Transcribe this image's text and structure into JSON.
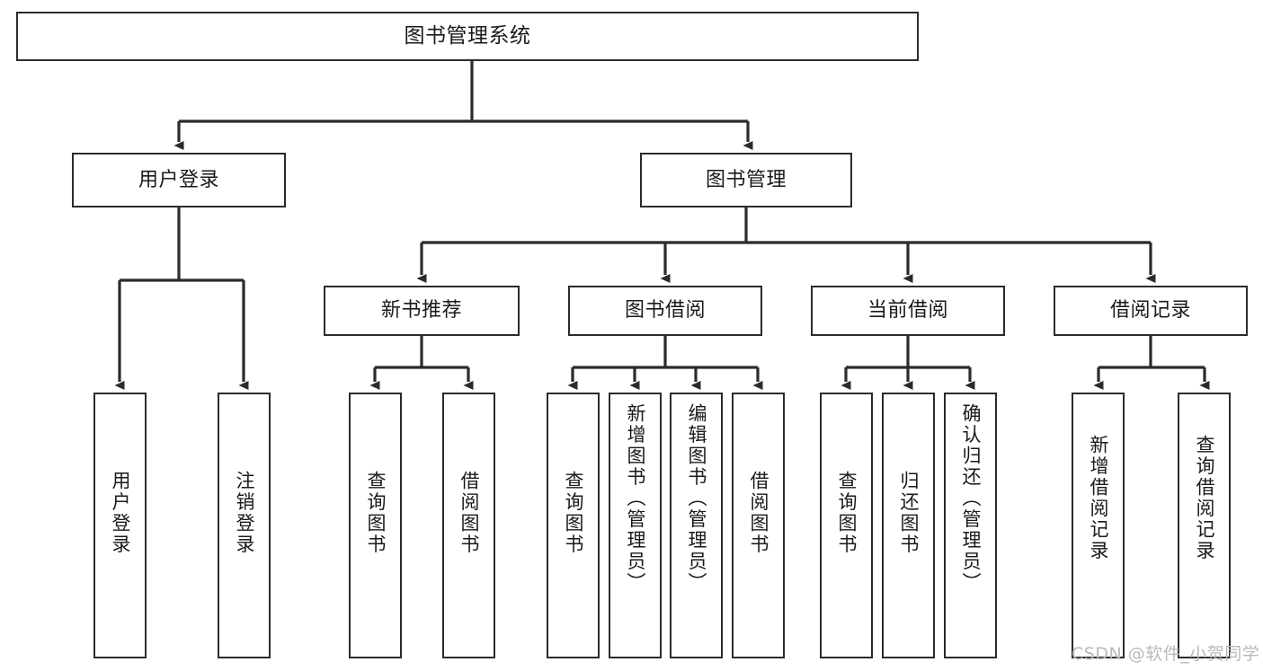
{
  "diagram": {
    "type": "tree-hierarchy",
    "title": "图书管理系统",
    "root": {
      "id": "root",
      "label": "图书管理系统"
    },
    "level2": [
      {
        "id": "user-login",
        "label": "用户登录"
      },
      {
        "id": "book-manage",
        "label": "图书管理"
      }
    ],
    "level3": [
      {
        "id": "new-book-recommend",
        "label": "新书推荐"
      },
      {
        "id": "book-borrow",
        "label": "图书借阅"
      },
      {
        "id": "current-borrow",
        "label": "当前借阅"
      },
      {
        "id": "borrow-record",
        "label": "借阅记录"
      }
    ],
    "leaves": {
      "user_login": [
        {
          "id": "leaf-user-login",
          "label": "用户登录"
        },
        {
          "id": "leaf-logout-login",
          "label": "注销登录"
        }
      ],
      "new_book_recommend": [
        {
          "id": "leaf-query-book-1",
          "label": "查询图书"
        },
        {
          "id": "leaf-borrow-book-1",
          "label": "借阅图书"
        }
      ],
      "book_borrow": [
        {
          "id": "leaf-query-book-2",
          "label": "查询图书"
        },
        {
          "id": "leaf-add-book",
          "label": "新增图书（管理员）"
        },
        {
          "id": "leaf-edit-book",
          "label": "编辑图书（管理员）"
        },
        {
          "id": "leaf-borrow-book-2",
          "label": "借阅图书"
        }
      ],
      "current_borrow": [
        {
          "id": "leaf-query-book-3",
          "label": "查询图书"
        },
        {
          "id": "leaf-return-book",
          "label": "归还图书"
        },
        {
          "id": "leaf-confirm-return",
          "label": "确认归还（管理员）"
        }
      ],
      "borrow_record": [
        {
          "id": "leaf-add-borrow-record",
          "label": "新增借阅记录"
        },
        {
          "id": "leaf-query-borrow-record",
          "label": "查询借阅记录"
        }
      ]
    }
  },
  "watermark": {
    "text": "CSDN @软件_小贺同学"
  },
  "colors": {
    "box_border": "#2b2b2b",
    "box_fill": "#ffffff",
    "connector": "#2b2b2b",
    "text": "#1a1a1a",
    "watermark": "#b9b9b9",
    "background": "#ffffff"
  }
}
